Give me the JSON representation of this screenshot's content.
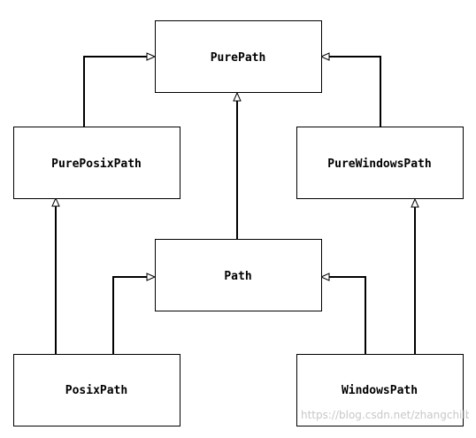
{
  "nodes": {
    "purepath": "PurePath",
    "pureposixpath": "PurePosixPath",
    "purewindowspath": "PureWindowsPath",
    "path": "Path",
    "posixpath": "PosixPath",
    "windowspath": "WindowsPath"
  },
  "edges": [
    {
      "from": "pureposixpath",
      "to": "purepath"
    },
    {
      "from": "purewindowspath",
      "to": "purepath"
    },
    {
      "from": "path",
      "to": "purepath"
    },
    {
      "from": "posixpath",
      "to": "pureposixpath"
    },
    {
      "from": "posixpath",
      "to": "path"
    },
    {
      "from": "windowspath",
      "to": "path"
    },
    {
      "from": "windowspath",
      "to": "purewindowspath"
    }
  ],
  "watermark": "https://blog.csdn.net/zhangchilb",
  "colors": {
    "stroke": "#000000",
    "background": "#ffffff",
    "watermark": "#c8c8c8"
  }
}
